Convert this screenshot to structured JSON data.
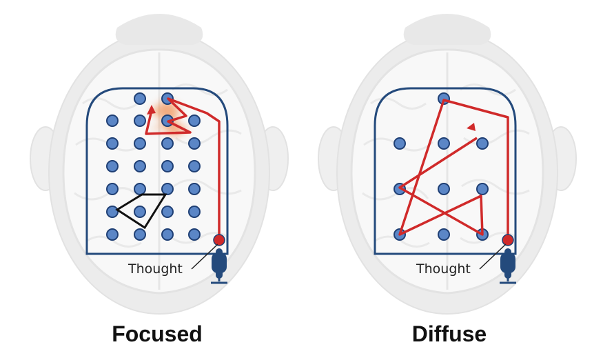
{
  "panels": [
    {
      "id": "focused",
      "caption": "Focused",
      "pointer_label": "Thought"
    },
    {
      "id": "diffuse",
      "caption": "Diffuse",
      "pointer_label": "Thought"
    }
  ],
  "colors": {
    "head": "#ececec",
    "head_outline": "#e0e0e0",
    "brain": "#f7f7f7",
    "brain_line": "#e4e4e4",
    "frame": "#244a7c",
    "peg_fill": "#5b86c6",
    "peg_edge": "#1f3f74",
    "path": "#d02a2a",
    "glow": "#f08a4b",
    "shape": "#111111",
    "text": "#111111"
  },
  "icons": [
    "thought-ball-icon",
    "plunger-icon",
    "arrowhead-icon"
  ]
}
